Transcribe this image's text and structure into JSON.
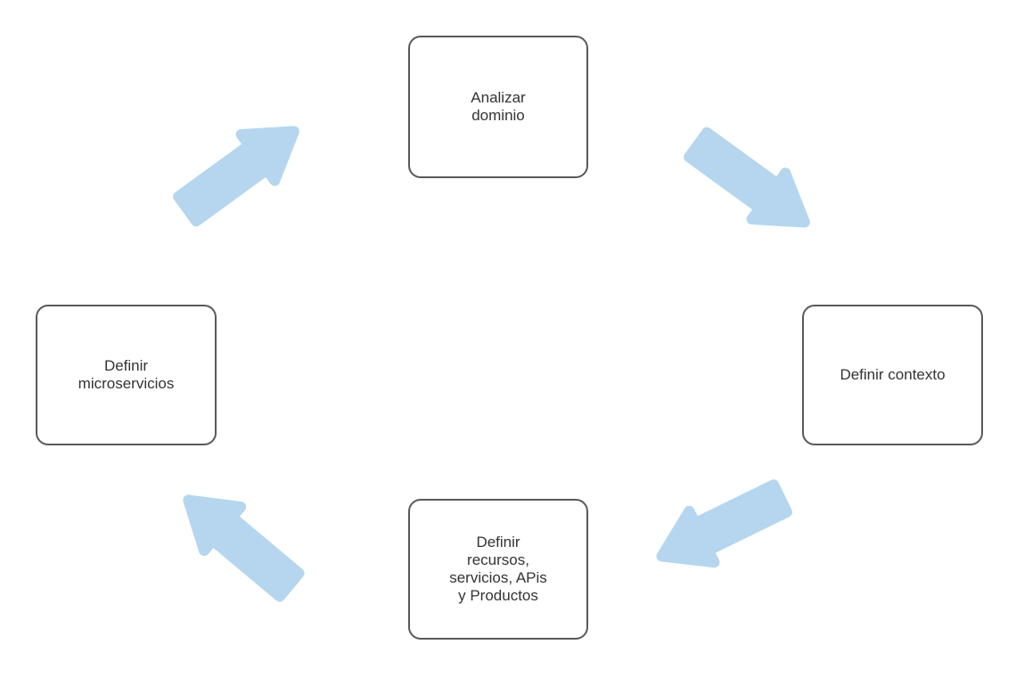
{
  "diagram": {
    "type": "cycle",
    "theme": {
      "background": "#ffffff",
      "box_border": "#595959",
      "box_fill": "#ffffff",
      "text": "#333333",
      "arrow_fill": "#b5d6ee"
    },
    "nodes": [
      {
        "id": "analizar-dominio",
        "position": "top",
        "label": "Analizar\ndominio"
      },
      {
        "id": "definir-contexto",
        "position": "right",
        "label": "Definir contexto"
      },
      {
        "id": "definir-recursos-servicios-apis-productos",
        "position": "bottom",
        "label": "Definir\nrecursos,\nservicios, APis\ny Productos"
      },
      {
        "id": "definir-microservicios",
        "position": "left",
        "label": "Definir\nmicroservicios"
      }
    ],
    "arrows": [
      {
        "from": "analizar-dominio",
        "to": "definir-contexto",
        "direction": "down-right"
      },
      {
        "from": "definir-contexto",
        "to": "definir-recursos-servicios-apis-productos",
        "direction": "down-left"
      },
      {
        "from": "definir-recursos-servicios-apis-productos",
        "to": "definir-microservicios",
        "direction": "up-left"
      },
      {
        "from": "definir-microservicios",
        "to": "analizar-dominio",
        "direction": "up-right"
      }
    ]
  }
}
